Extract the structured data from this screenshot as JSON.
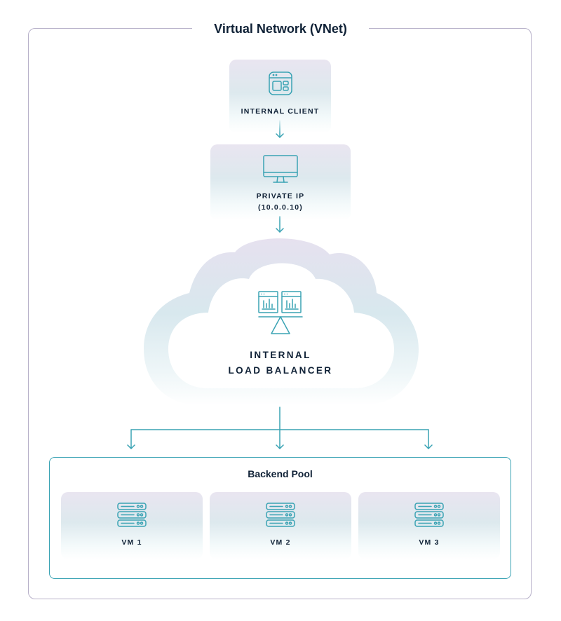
{
  "vnet": {
    "title": "Virtual Network (VNet)"
  },
  "client": {
    "label": "INTERNAL CLIENT",
    "icon": "browser-window-icon"
  },
  "private_ip": {
    "label_line1": "PRIVATE IP",
    "label_line2": "(10.0.0.10)",
    "icon": "monitor-icon"
  },
  "load_balancer": {
    "label_line1": "INTERNAL",
    "label_line2": "LOAD BALANCER",
    "icon": "load-balancer-icon"
  },
  "backend_pool": {
    "title": "Backend Pool",
    "vms": [
      {
        "label": "VM 1",
        "icon": "server-icon"
      },
      {
        "label": "VM 2",
        "icon": "server-icon"
      },
      {
        "label": "VM 3",
        "icon": "server-icon"
      }
    ]
  },
  "colors": {
    "accent": "#3aa3b4",
    "frame": "#b7b0c9",
    "text": "#0f2136"
  }
}
